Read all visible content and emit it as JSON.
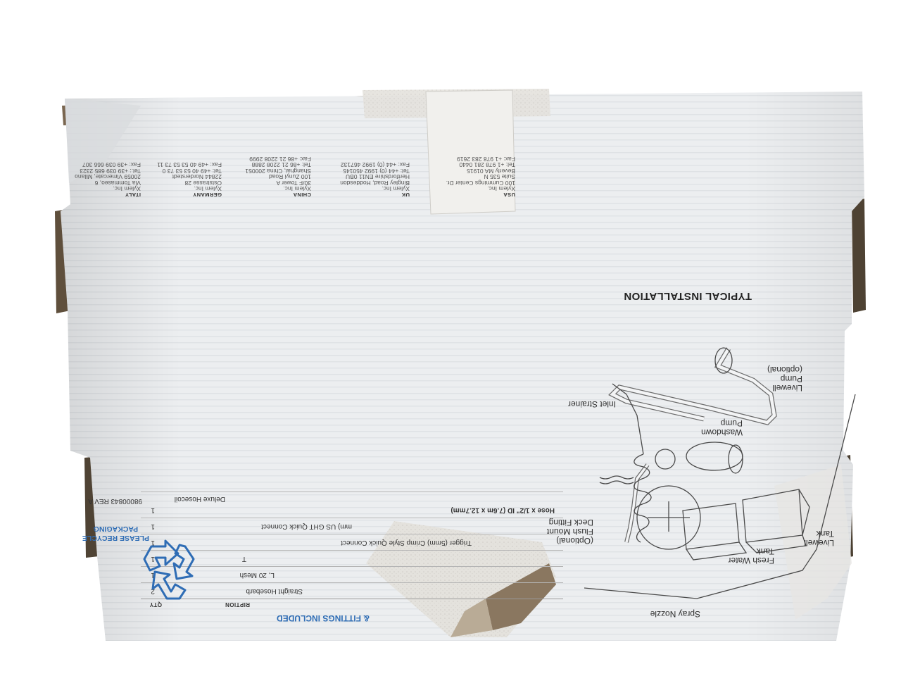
{
  "addresses": [
    {
      "country": "USA",
      "lines": [
        "Xylem Inc.",
        "100 Cummings Center Dr.",
        "Suite 535 N",
        "Beverly MA 01915",
        "Tel: +1 978 281 0440",
        "Fax: +1 978 283 2619"
      ]
    },
    {
      "country": "UK",
      "lines": [
        "Xylem Inc.",
        "Bingley Road, Hoddesdon",
        "Hertfordshire EN11 0BU",
        "Tel: +44 (0) 1992 450145",
        "Fax: +44 (0) 1992 467132"
      ]
    },
    {
      "country": "CHINA",
      "lines": [
        "Xylem Inc.",
        "30/F Tower A",
        "100 Zunyi Road",
        "Shanghai, China 200051",
        "Tel: +86 21 2208 2888",
        "Fax: +86 21 2208 2999"
      ]
    },
    {
      "country": "GERMANY",
      "lines": [
        "Xylem Inc.",
        "Oststrasse 28",
        "22844 Norderstedt",
        "Tel: +49 40 53 53 73 0",
        "Fax: +49 40 53 53 73 11"
      ]
    },
    {
      "country": "ITALY",
      "lines": [
        "Xylem Inc.",
        "Via Tommaseo, 6",
        "20059 Vimercate, Milano",
        "Tel.: +39 039 685 2323",
        "Fax: +39 039 666 307"
      ]
    }
  ],
  "installation": {
    "title": "TYPICAL INSTALLATION",
    "labels": {
      "livewell_pump": [
        "Livewell",
        "Pump",
        "(optional)"
      ],
      "inlet_strainer": "Inlet Strainer",
      "washdown_pump": [
        "Washdown",
        "Pump"
      ],
      "livewell_tank": [
        "Livewell",
        "Tank"
      ],
      "fresh_water_tank": [
        "Fresh Water",
        "Tank"
      ],
      "deck_fitting": [
        "(Optional)",
        "Flush Mount",
        "Deck Fitting"
      ],
      "spray_nozzle": "Spray Nozzle"
    }
  },
  "parts": {
    "heading": "& FITTINGS INCLUDED",
    "col_desc": "RIPTION",
    "col_qty": "QTY",
    "rows": [
      {
        "desc": "Straight Hosebarb",
        "qty": "2"
      },
      {
        "desc": "L, 20 Mesh",
        "qty": "1"
      },
      {
        "desc": "T",
        "qty": "1"
      },
      {
        "desc": "Trigger                 (5mm) Crimp Style Quick Connect",
        "qty": "1"
      },
      {
        "desc": "mm) US GHT Quick Connect",
        "qty": "1"
      },
      {
        "desc": "Hose        x 1/2\" ID (7.6m x 12.7mm)",
        "qty": "1"
      },
      {
        "desc": "Deluxe Hosecoil",
        "qty": ""
      }
    ]
  },
  "recycle": {
    "lines": [
      "PLEASE RECYCLE",
      "PACKAGING"
    ],
    "part_number": "98000843 REV A"
  },
  "colors": {
    "box": "#e9ebee",
    "tape": "#d8d6d1",
    "cardboard": "#7c6a54",
    "accent": "#2f6db5"
  }
}
